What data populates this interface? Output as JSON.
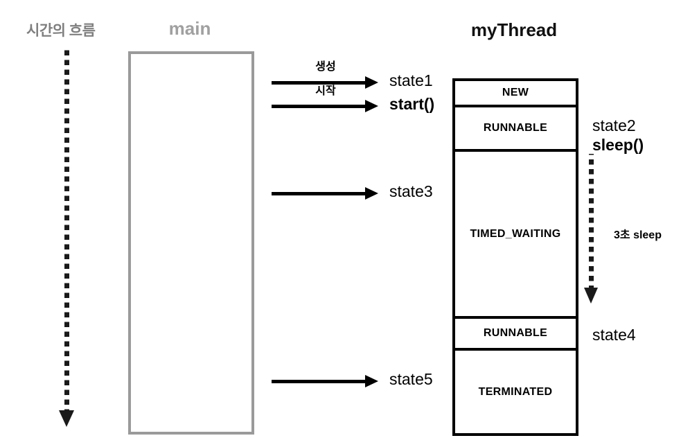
{
  "diagram": {
    "title_timeline": "시간의 흐름",
    "title_main": "main",
    "title_thread": "myThread",
    "colors": {
      "timeline_text": "#7f7f7f",
      "main_box_border": "#9a9a9a",
      "main_title": "#a0a0a0",
      "thread_border": "#000000",
      "arrow": "#000000",
      "background": "#ffffff"
    }
  },
  "arrows": [
    {
      "label": "생성",
      "target": "state1",
      "target_bold": false
    },
    {
      "label": "시작",
      "target": "start()",
      "target_bold": true
    },
    {
      "label": "",
      "target": "state3",
      "target_bold": false
    },
    {
      "label": "",
      "target": "state5",
      "target_bold": false
    }
  ],
  "thread_states": [
    {
      "name": "NEW"
    },
    {
      "name": "RUNNABLE"
    },
    {
      "name": "TIMED_WAITING"
    },
    {
      "name": "RUNNABLE"
    },
    {
      "name": "TERMINATED"
    }
  ],
  "right_labels": {
    "state2": "state2",
    "sleep": "sleep()",
    "sleep_duration": "3초 sleep",
    "state4": "state4"
  }
}
